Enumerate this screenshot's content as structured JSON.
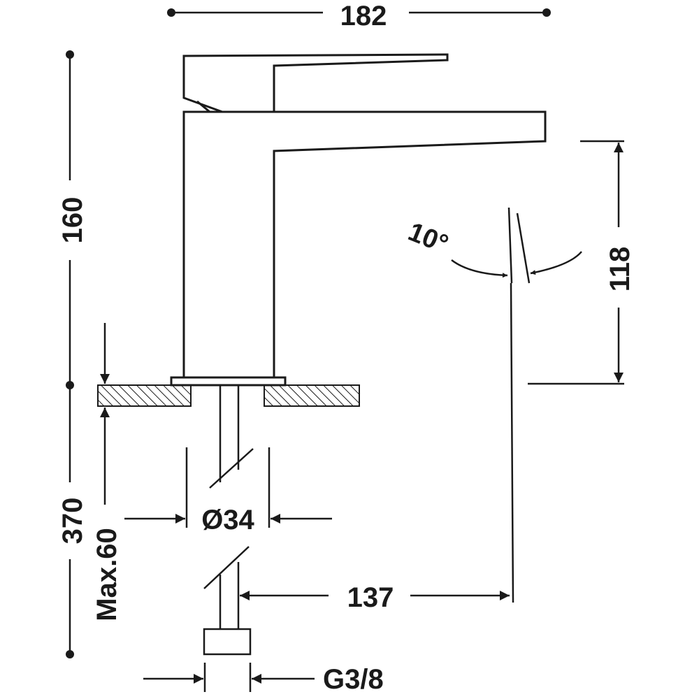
{
  "dimensions": {
    "overall_width": "182",
    "overall_height": "160",
    "spout_height": "118",
    "spout_reach": "137",
    "base_diameter": "Ø34",
    "hose_length": "370",
    "max_deck_thickness": "Max.60",
    "connection_thread": "G3/8",
    "spout_angle": "10°"
  }
}
